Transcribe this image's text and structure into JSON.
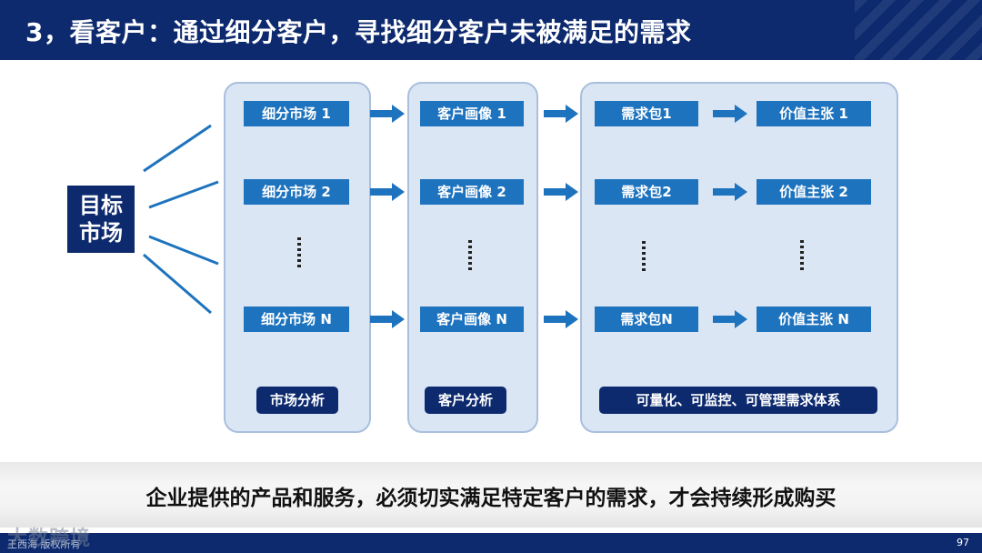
{
  "title": "3，看客户：通过细分客户，寻找细分客户未被满足的需求",
  "target_market": "目标 市场",
  "markets": [
    "细分市场 1",
    "细分市场 2",
    "细分市场 N"
  ],
  "personas": [
    "客户画像 1",
    "客户画像 2",
    "客户画像 N"
  ],
  "needs": [
    "需求包1",
    "需求包2",
    "需求包N"
  ],
  "values": [
    "价值主张 1",
    "价值主张 2",
    "价值主张 N"
  ],
  "panel_labels": {
    "market": "市场分析",
    "customer": "客户分析",
    "system": "可量化、可监控、可管理需求体系"
  },
  "banner": "企业提供的产品和服务，必须切实满足特定客户的需求，才会持续形成购买",
  "footer": {
    "left": "王西海 版权所有",
    "watermark": "大数跨境",
    "page": "97"
  },
  "colors": {
    "navy": "#0d2a6e",
    "blue": "#1e73be",
    "panel": "#dbe6f4"
  }
}
